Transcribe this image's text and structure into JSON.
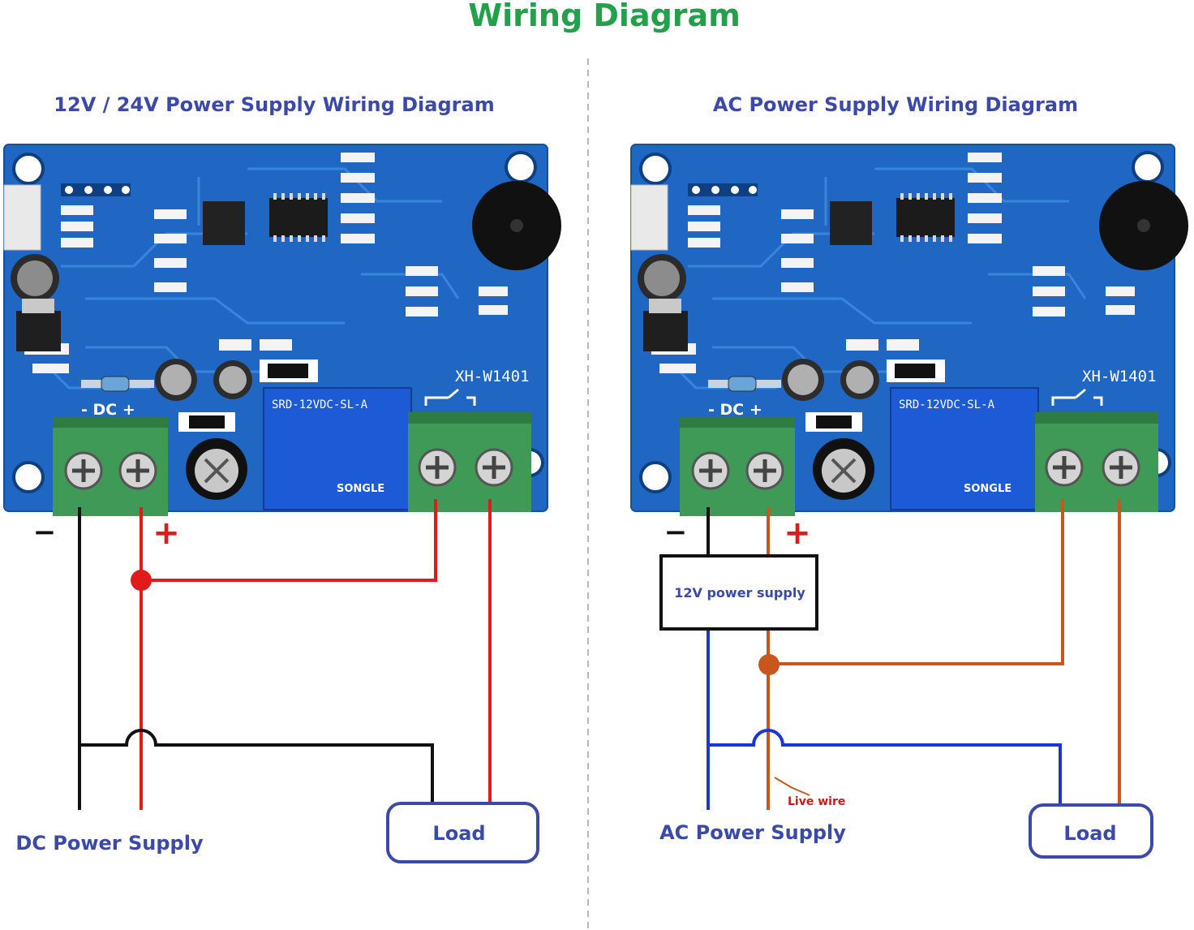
{
  "title": "Wiring Diagram",
  "colors": {
    "title": "#22a04a",
    "heading": "#3b49a8",
    "pcb": "#1f67c2",
    "terminal": "#3f9a57",
    "dc_positive": "#e11b1b",
    "dc_negative": "#111111",
    "ac_live": "#c9561c",
    "ac_neutral": "#1a36d8"
  },
  "left": {
    "heading": "12V / 24V Power Supply Wiring Diagram",
    "board_model": "XH-W1401",
    "dc_label": "- DC +",
    "relay_label": "SRD-12VDC-SL-A",
    "relay_brand": "SONGLE",
    "minus_label": "−",
    "plus_label": "+",
    "supply_label": "DC Power Supply",
    "load_label": "Load"
  },
  "right": {
    "heading": "AC  Power Supply Wiring Diagram",
    "board_model": "XH-W1401",
    "dc_label": "- DC +",
    "relay_label": "SRD-12VDC-SL-A",
    "relay_brand": "SONGLE",
    "minus_label": "−",
    "plus_label": "+",
    "psu_label": "12V power supply",
    "live_label": "Live wire",
    "supply_label": "AC Power Supply",
    "load_label": "Load"
  }
}
